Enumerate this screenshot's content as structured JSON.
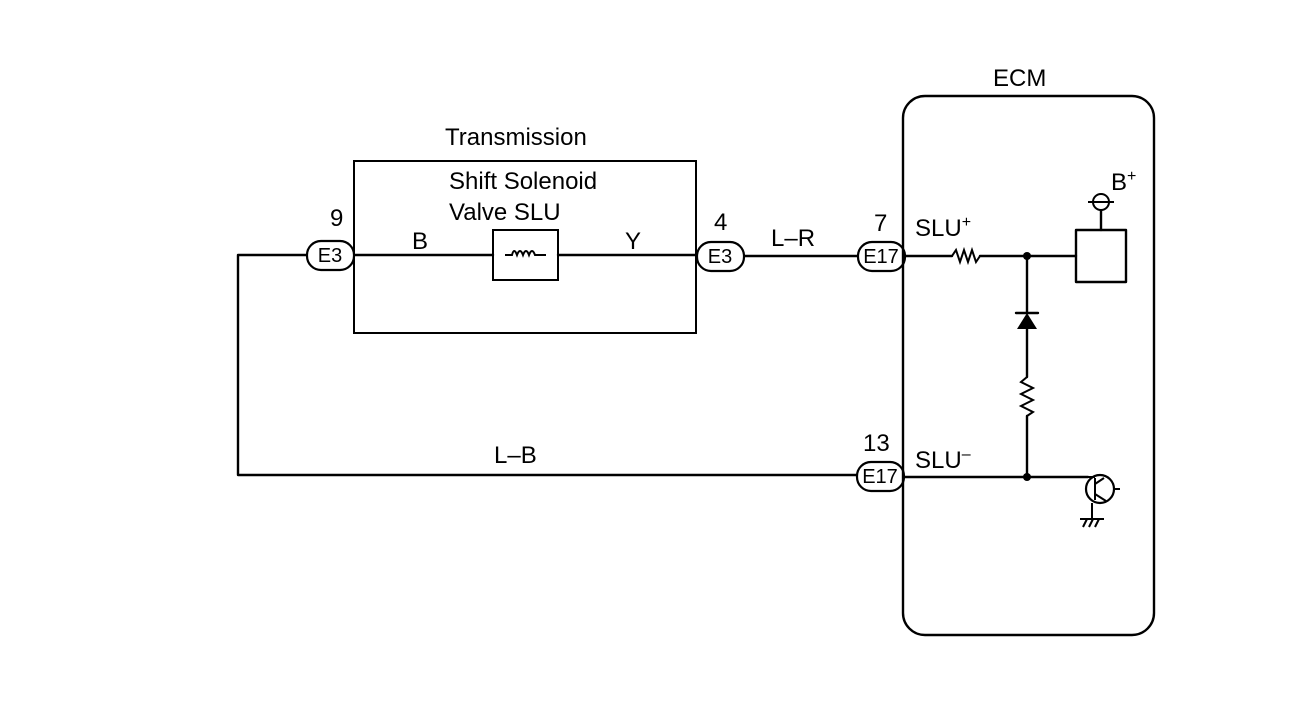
{
  "components": {
    "transmission_label": "Transmission",
    "solenoid_line1": "Shift Solenoid",
    "solenoid_line2": "Valve SLU",
    "ecm_label": "ECM"
  },
  "connectors": {
    "e3_left": {
      "code": "E3",
      "pin": "9"
    },
    "e3_right": {
      "code": "E3",
      "pin": "4"
    },
    "e17_top": {
      "code": "E17",
      "pin": "7"
    },
    "e17_bottom": {
      "code": "E17",
      "pin": "13"
    }
  },
  "wires": {
    "b": "B",
    "y": "Y",
    "l_r": "L–R",
    "l_b": "L–B"
  },
  "terminals": {
    "slu_plus": "SLU",
    "slu_plus_sup": "+",
    "slu_minus": "SLU",
    "slu_minus_sup": "–",
    "b_plus": "B",
    "b_plus_sup": "+"
  }
}
